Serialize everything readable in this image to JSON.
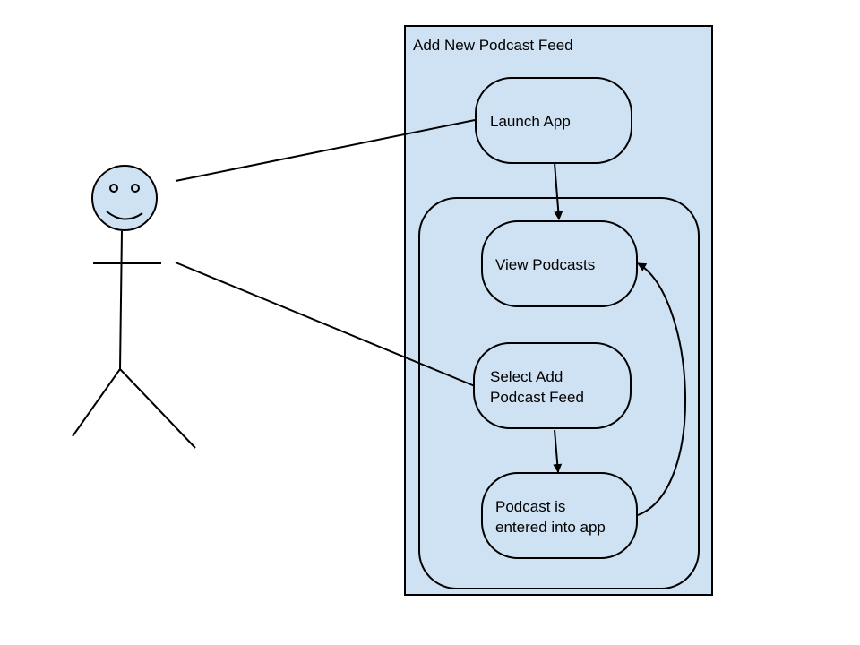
{
  "diagram": {
    "system_boundary": {
      "title": "Add New Podcast Feed"
    },
    "nodes": {
      "launch_app": {
        "label": "Launch App"
      },
      "view_podcasts": {
        "label": "View Podcasts"
      },
      "select_add_feed": {
        "line1": "Select Add",
        "line2": "Podcast Feed"
      },
      "podcast_entered": {
        "line1": "Podcast is",
        "line2": "entered into app"
      }
    }
  },
  "colors": {
    "fill": "#cfe2f3",
    "stroke": "#000000",
    "background": "#ffffff"
  }
}
